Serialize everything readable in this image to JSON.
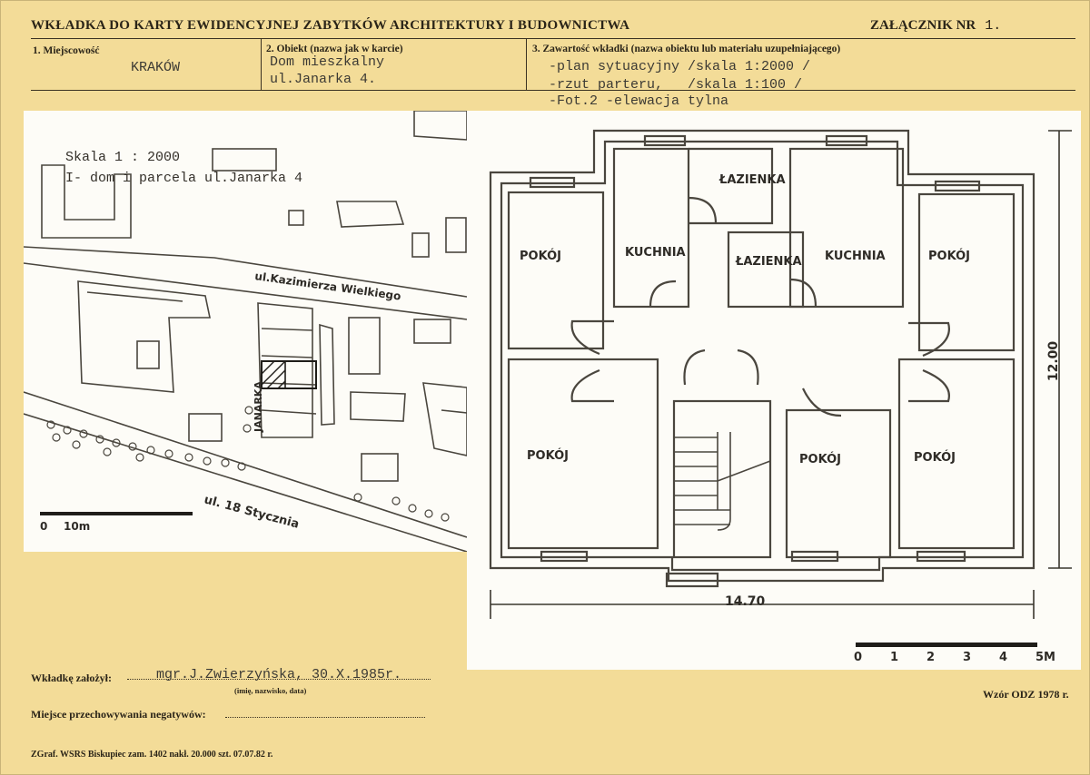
{
  "header": {
    "title": "WKŁADKA DO KARTY EWIDENCYJNEJ ZABYTKÓW ARCHITEKTURY I BUDOWNICTWA",
    "attachment_label": "ZAŁĄCZNIK NR",
    "attachment_number": "1."
  },
  "fields": {
    "place_label": "1. Miejscowość",
    "place_value": "KRAKÓW",
    "object_label": "2. Obiekt (nazwa jak w karcie)",
    "object_line1": "Dom mieszkalny",
    "object_line2": "ul.Janarka 4.",
    "contents_label": "3. Zawartość wkładki (nazwa obiektu lub materiału uzupełniającego)",
    "contents_lines": [
      "-plan sytuacyjny /skala 1:2000 /",
      "-rzut parteru,   /skala 1:100 /",
      "-Fot.2 -elewacja tylna"
    ]
  },
  "site_plan": {
    "scale": "Skala  1 : 2000",
    "legend": "I- dom i parcela ul.Janarka 4",
    "street_1": "ul.Kazimierza Wielkiego",
    "street_2": "JANARKA",
    "street_3": "ul. 18 Stycznia",
    "scalebar_0": "0",
    "scalebar_10": "10m"
  },
  "floor_plan": {
    "rooms": [
      "ŁAZIENKA",
      "POKÓJ",
      "KUCHNIA",
      "ŁAZIENKA",
      "KUCHNIA",
      "POKÓJ",
      "POKÓJ",
      "POKÓJ",
      "POKÓJ"
    ],
    "width_dim": "14.70",
    "height_dim": "12.00",
    "scale_ticks": [
      "0",
      "1",
      "2",
      "3",
      "4",
      "5M"
    ]
  },
  "footer": {
    "author_label": "Wkładkę założył:",
    "author_value": "mgr.J.Zwierzyńska, 30.X.1985r.",
    "author_hint": "(imię, nazwisko, data)",
    "negatives_label": "Miejsce przechowywania negatywów:",
    "form_id": "Wzór ODZ 1978 r.",
    "imprint": "ZGraf. WSRS Biskupiec zam. 1402 nakł. 20.000 szt. 07.07.82 r."
  }
}
